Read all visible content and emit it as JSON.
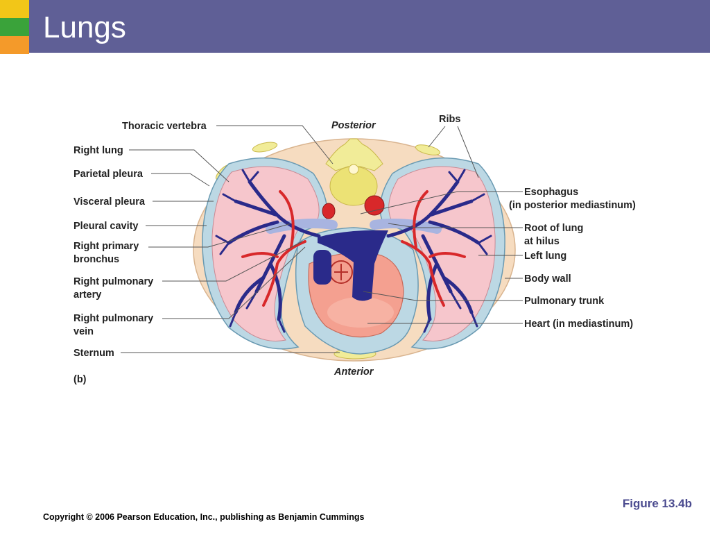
{
  "slide": {
    "title": "Lungs",
    "figure_ref": "Figure 13.4b",
    "copyright": "Copyright © 2006 Pearson Education, Inc., publishing as Benjamin Cummings"
  },
  "diagram": {
    "panel_label": "(b)",
    "orientation": {
      "top": "Posterior",
      "bottom": "Anterior"
    },
    "left_labels": {
      "thoracic_vertebra": "Thoracic vertebra",
      "right_lung": "Right lung",
      "parietal_pleura": "Parietal pleura",
      "visceral_pleura": "Visceral pleura",
      "pleural_cavity": "Pleural cavity",
      "right_primary_bronchus_1": "Right primary",
      "right_primary_bronchus_2": "bronchus",
      "right_pulmonary_artery_1": "Right pulmonary",
      "right_pulmonary_artery_2": "artery",
      "right_pulmonary_vein_1": "Right pulmonary",
      "right_pulmonary_vein_2": "vein",
      "sternum": "Sternum"
    },
    "right_labels": {
      "ribs": "Ribs",
      "esophagus_1": "Esophagus",
      "esophagus_2": "(in posterior mediastinum)",
      "root_of_lung_1": "Root of lung",
      "root_of_lung_2": "at hilus",
      "left_lung": "Left lung",
      "body_wall": "Body wall",
      "pulmonary_trunk": "Pulmonary trunk",
      "heart": "Heart (in mediastinum)"
    }
  },
  "colors": {
    "banner": "#5f5f96",
    "accent_yellow": "#f2c618",
    "accent_green": "#3aa33a",
    "accent_orange": "#f49a2a",
    "body_wall": "#f6dcc0",
    "lung_tissue": "#f6c6cc",
    "pleura": "#bcd8e4",
    "bone": "#f1ec98",
    "artery": "#d8282a",
    "vein": "#2a2a8a"
  }
}
